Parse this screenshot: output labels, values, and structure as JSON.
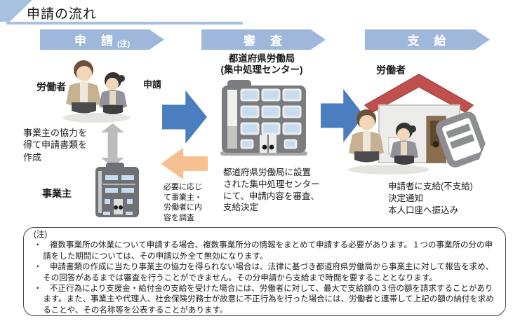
{
  "title": "申請の流れ",
  "banners": {
    "apply": {
      "label": "申　請",
      "suffix": "(注)"
    },
    "review": {
      "label": "審　査"
    },
    "pay": {
      "label": "支　給"
    }
  },
  "flow": {
    "apply": {
      "worker_label": "労働者",
      "employer_label": "事業主",
      "cooperation_text": "事業主の協力を\n得て申請書類を\n作成",
      "apply_arrow_label": "申請",
      "investigate_text": "必要に応じ\nて事業主・\n労働者に内\n容を調査"
    },
    "review": {
      "org_name": "都道府県労働局\n(集中処理センター)",
      "desc": "都道府県労働局に設置\nされた集中処理センター\nにて、申請内容を審査、\n支給決定"
    },
    "pay": {
      "worker_label": "労働者",
      "desc": "申請者に支給(不支給)\n決定通知\n本人口座へ振込み"
    }
  },
  "notes": {
    "header": "(注)",
    "bullet": "・",
    "items": [
      "複数事業所の休業について申請する場合、複数事業所分の情報をまとめて申請する必要があります。１つの事業所の分の申請をした期間については、その申請以外全て無効になります。",
      "申請書類の作成に当たり事業主の協力を得られない場合は、法律に基づき都道府県労働局から事業主に対して報告を求め、その回答があるまでは審査を行うことができません。その分申請から支給まで時間を要することとなります。",
      "不正行為により支援金・給付金の支給を受けた場合には、労働者に対して、最大で支給額の３倍の額を請求することがあります。また、事業主や代理人、社会保険労務士が故意に不正行為を行った場合には、労働者と連帯して上記の額の納付を求めることや、その名称等を公表することがあります。"
    ]
  },
  "colors": {
    "banner_blue": "#9fb7db",
    "accent_light_blue": "#a9c1e1",
    "arrow_blue": "#4a7ebf",
    "arrow_orange": "#f8c091",
    "arrow_gray": "#bcbcbc",
    "building_gray": "#77797c",
    "window_blue": "#c7dcf0",
    "roof_red": "#c0504d"
  }
}
